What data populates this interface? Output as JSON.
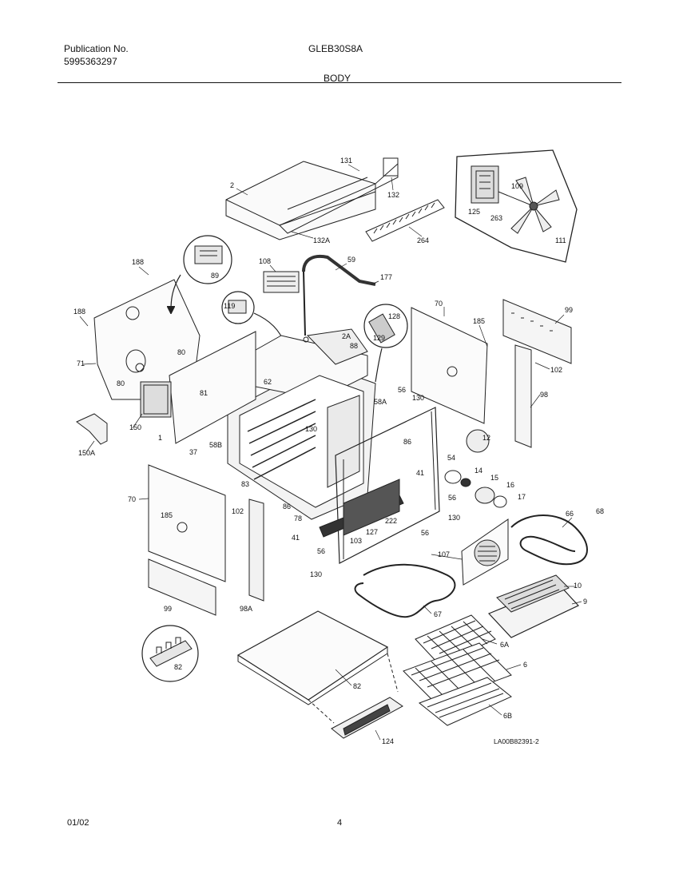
{
  "header": {
    "publication_label": "Publication No.",
    "publication_number": "5995363297",
    "model": "GLEB30S8A",
    "section_title": "BODY"
  },
  "diagram": {
    "reference_code": "LA00B82391-2",
    "callouts": {
      "c2": "2",
      "c131": "131",
      "c132": "132",
      "c132A": "132A",
      "c264": "264",
      "c125": "125",
      "c109": "109",
      "c263": "263",
      "c111": "111",
      "c188a": "188",
      "c188b": "188",
      "c89": "89",
      "c108": "108",
      "c59": "59",
      "c177": "177",
      "c119": "119",
      "c71": "71",
      "c80a": "80",
      "c80b": "80",
      "c2A": "2A",
      "c88": "88",
      "c62": "62",
      "c81": "81",
      "c150": "150",
      "c150A": "150A",
      "c1": "1",
      "c58B": "58B",
      "c58A": "58A",
      "c128": "128",
      "c129": "129",
      "c70a": "70",
      "c185a": "185",
      "c99a": "99",
      "c102a": "102",
      "c98a": "98",
      "c56a": "56",
      "c130a": "130",
      "c130b": "130",
      "c86a": "86",
      "c12": "12",
      "c54": "54",
      "c14": "14",
      "c15": "15",
      "c16": "16",
      "c17": "17",
      "c41a": "41",
      "c56b": "56",
      "c130c": "130",
      "c37": "37",
      "c83": "83",
      "c86b": "86",
      "c78": "78",
      "c41b": "41",
      "c222": "222",
      "c127": "127",
      "c103": "103",
      "c56c": "56",
      "c56d": "56",
      "c130d": "130",
      "c107": "107",
      "c66": "66",
      "c68": "68",
      "c70b": "70",
      "c185b": "185",
      "c102b": "102",
      "c99b": "99",
      "c98A": "98A",
      "c67": "67",
      "c10": "10",
      "c9": "9",
      "c6A": "6A",
      "c6": "6",
      "c6B": "6B",
      "c82a": "82",
      "c82b": "82",
      "c124": "124"
    }
  },
  "footer": {
    "date": "01/02",
    "page_number": "4"
  }
}
